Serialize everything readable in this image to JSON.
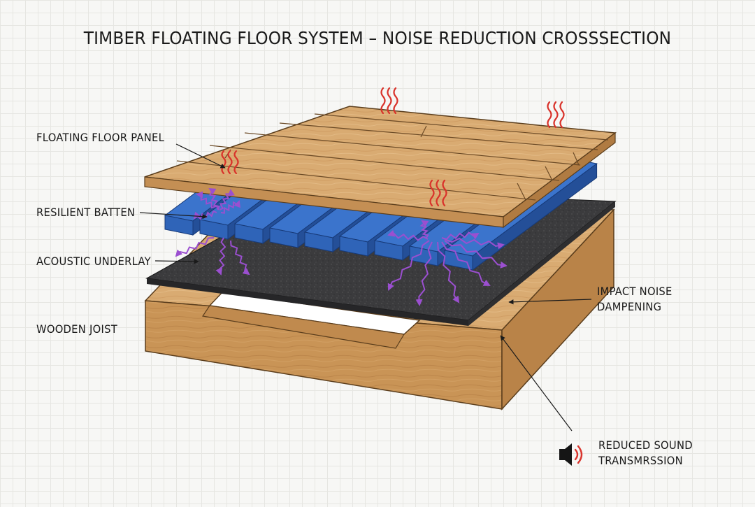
{
  "title": "TIMBER FLOATING FLOOR SYSTEM – NOISE REDUCTION CROSSSECTION",
  "labels": {
    "floating_floor_panel": "FLOATING FLOOR PANEL",
    "resilient_batten": "RESILIENT BATTEN",
    "acoustic_underlay": "ACOUSTIC UNDERLAY",
    "wooden_joist": "WOODEN JOIST",
    "impact_noise_line1": "IMPACT NOISE",
    "impact_noise_line2": "DAMPENING",
    "reduced_sound_line1": "REDUCED SOUND",
    "reduced_sound_line2": "TRANSMRSSION"
  },
  "icons": [
    "heat-wave-icon",
    "sound-wave-arrow-icon",
    "speaker-icon"
  ],
  "colors": {
    "wood": "#d8ab72",
    "batten": "#2f64b8",
    "underlay": "#3a3a3c",
    "heat_waves": "#d9332b",
    "sound_arrows": "#9b4fd0",
    "speaker_waves": "#d9332b"
  }
}
